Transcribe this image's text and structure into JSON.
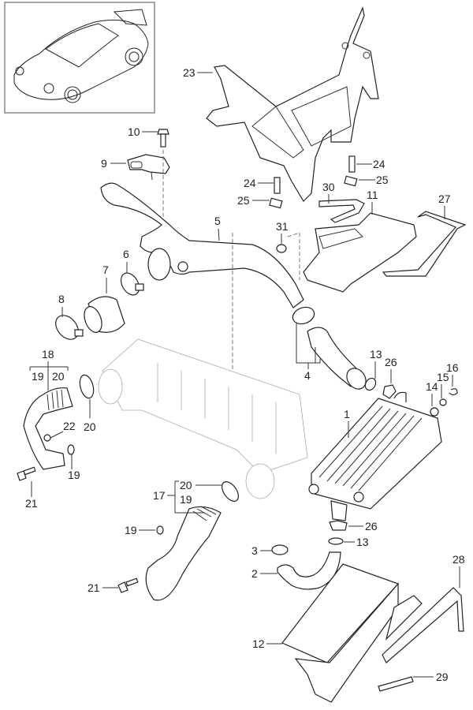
{
  "diagram": {
    "type": "exploded-parts-diagram",
    "subject": "Intercooler / charge air system",
    "thumbnail": "sports-coupe-vehicle-thumbnail",
    "callouts": [
      {
        "id": "c1",
        "label": "1",
        "part": "intercooler"
      },
      {
        "id": "c2",
        "label": "2",
        "part": "charge-air-hose-lower"
      },
      {
        "id": "c3",
        "label": "3",
        "part": "hose-clamp"
      },
      {
        "id": "c4",
        "label": "4",
        "part": "charge-air-pipe-assembly"
      },
      {
        "id": "c5",
        "label": "5",
        "part": "charge-air-pipe"
      },
      {
        "id": "c6",
        "label": "6",
        "part": "hose-clamp"
      },
      {
        "id": "c7",
        "label": "7",
        "part": "connecting-hose"
      },
      {
        "id": "c8",
        "label": "8",
        "part": "hose-clamp"
      },
      {
        "id": "c9",
        "label": "9",
        "part": "pressure-sensor"
      },
      {
        "id": "c10",
        "label": "10",
        "part": "screw"
      },
      {
        "id": "c11",
        "label": "11",
        "part": "air-duct-upper"
      },
      {
        "id": "c12",
        "label": "12",
        "part": "air-duct-lower"
      },
      {
        "id": "c13a",
        "label": "13",
        "part": "o-ring"
      },
      {
        "id": "c13b",
        "label": "13",
        "part": "o-ring"
      },
      {
        "id": "c14",
        "label": "14",
        "part": "grommet"
      },
      {
        "id": "c15",
        "label": "15",
        "part": "washer"
      },
      {
        "id": "c16",
        "label": "16",
        "part": "clip"
      },
      {
        "id": "c17",
        "label": "17",
        "part": "charge-air-hose-right"
      },
      {
        "id": "c18",
        "label": "18",
        "part": "charge-air-hose-left"
      },
      {
        "id": "c19a",
        "label": "19",
        "part": "o-ring"
      },
      {
        "id": "c19b",
        "label": "19",
        "part": "o-ring"
      },
      {
        "id": "c19c",
        "label": "19",
        "part": "o-ring"
      },
      {
        "id": "c19d",
        "label": "19",
        "part": "o-ring"
      },
      {
        "id": "c20a",
        "label": "20",
        "part": "hose-clamp"
      },
      {
        "id": "c20b",
        "label": "20",
        "part": "hose-clamp"
      },
      {
        "id": "c20c",
        "label": "20",
        "part": "hose-clamp"
      },
      {
        "id": "c21a",
        "label": "21",
        "part": "screw"
      },
      {
        "id": "c21b",
        "label": "21",
        "part": "screw"
      },
      {
        "id": "c22",
        "label": "22",
        "part": "nut"
      },
      {
        "id": "c23",
        "label": "23",
        "part": "bracket"
      },
      {
        "id": "c24a",
        "label": "24",
        "part": "stud"
      },
      {
        "id": "c24b",
        "label": "24",
        "part": "stud"
      },
      {
        "id": "c25a",
        "label": "25",
        "part": "clip-nut"
      },
      {
        "id": "c25b",
        "label": "25",
        "part": "clip-nut"
      },
      {
        "id": "c26a",
        "label": "26",
        "part": "clamp-clip"
      },
      {
        "id": "c26b",
        "label": "26",
        "part": "clamp-clip"
      },
      {
        "id": "c27",
        "label": "27",
        "part": "seal"
      },
      {
        "id": "c28",
        "label": "28",
        "part": "seal"
      },
      {
        "id": "c29",
        "label": "29",
        "part": "seal-strip"
      },
      {
        "id": "c30",
        "label": "30",
        "part": "seal-strip"
      },
      {
        "id": "c31",
        "label": "31",
        "part": "plug"
      }
    ]
  }
}
